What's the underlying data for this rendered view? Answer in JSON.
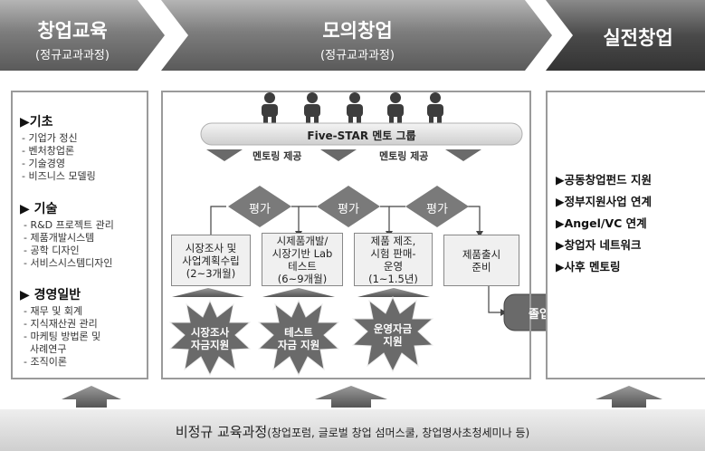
{
  "header": {
    "col1": {
      "title": "창업교육",
      "subtitle": "(정규교과과정)"
    },
    "col2": {
      "title": "모의창업",
      "subtitle": "(정규교과과정)"
    },
    "col3": {
      "title": "실전창업"
    }
  },
  "left_panel": {
    "sections": [
      {
        "heading": "▶기초",
        "items": [
          "- 기업가 정신",
          "- 벤처창업론",
          "- 기술경영",
          "- 비즈니스 모델링"
        ]
      },
      {
        "heading": "▶ 기술",
        "items": [
          "- R&D 프로젝트 관리",
          "- 제품개발시스템",
          "- 공학 디자인",
          "- 서비스시스템디자인"
        ]
      },
      {
        "heading": "▶ 경영일반",
        "items": [
          "- 재무 및 회계",
          "- 지식재산권 관리",
          "- 마케팅 방법론 및",
          "  사례연구",
          "- 조직이론"
        ]
      }
    ]
  },
  "center_panel": {
    "mentor_group": "Five-STAR 멘토 그룹",
    "mentoring_labels": [
      "멘토링 제공",
      "멘토링 제공"
    ],
    "evaluation_labels": [
      "평가",
      "평가",
      "평가"
    ],
    "stages": [
      [
        "시장조사 및",
        "사업계획수립",
        "(2~3개월)"
      ],
      [
        "시제품개발/",
        "시장기반 Lab",
        "테스트",
        "(6~9개월)"
      ],
      [
        "제품 제조,",
        "시험 판매-",
        "운영",
        "(1~1.5년)"
      ],
      [
        "제품출시",
        "준비"
      ]
    ],
    "funding": [
      [
        "시장조사",
        "자금지원"
      ],
      [
        "테스트",
        "자금 지원"
      ],
      [
        "운영자금",
        "지원"
      ]
    ],
    "graduation": "졸업"
  },
  "right_panel": {
    "items": [
      "▶공동창업펀드 지원",
      "▶정부지원사업 연계",
      "▶Angel/VC 연계",
      "▶창업자 네트워크",
      "▶사후 멘토링"
    ]
  },
  "footer": {
    "title": "비정규 교육과정",
    "detail": "(창업포럼, 글로벌 창업 섬머스쿨, 창업명사초청세미나 등)"
  },
  "colors": {
    "header_dark": "#555555",
    "header_light": "#d9d9d9",
    "diamond": "#7a7a7a",
    "star": "#6a6a6a",
    "stage_fill": "#f0f0f0"
  }
}
